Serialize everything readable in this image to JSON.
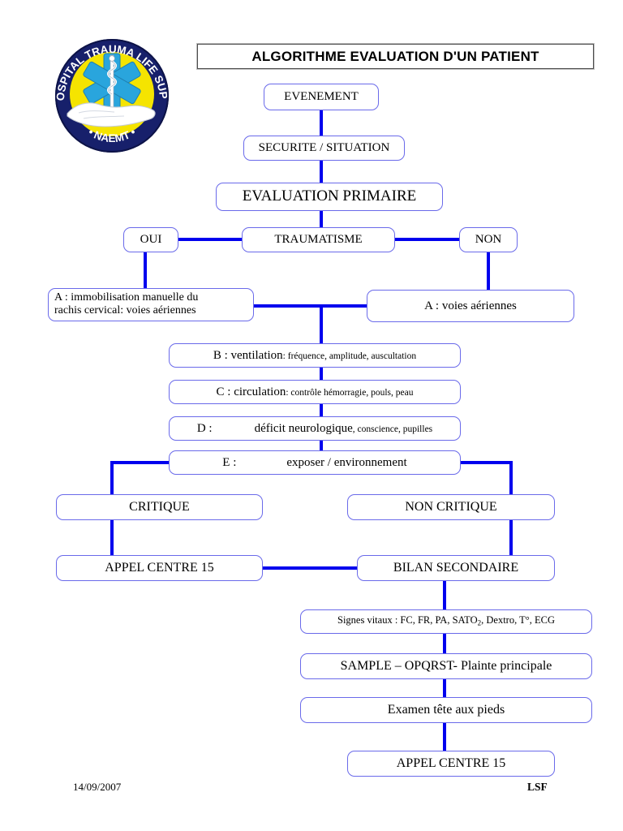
{
  "document": {
    "title": "ALGORITHME EVALUATION D'UN PATIENT",
    "footer_date": "14/09/2007",
    "footer_author": "LSF"
  },
  "logo": {
    "name": "phtls-naemt-badge",
    "arc_text_top": "Pre HOSPITAL TRAUMA LIFE SUPPORT",
    "arc_text_bottom": "• NAEMT •",
    "ring_color": "#17206b",
    "disc_color": "#f5e400",
    "star_color": "#29a5dd"
  },
  "colors": {
    "connector": "#0000ee",
    "node_border": "#6a6aea",
    "node_fill": "#ffffff",
    "title_border": "#4d4d4d"
  },
  "chart_data": {
    "type": "flowchart",
    "title": "ALGORITHME EVALUATION D'UN PATIENT",
    "nodes": [
      {
        "id": "evenement",
        "label": "EVENEMENT"
      },
      {
        "id": "securite",
        "label": "SECURITE / SITUATION"
      },
      {
        "id": "eval_prim",
        "label": "EVALUATION PRIMAIRE"
      },
      {
        "id": "traumatisme",
        "label": "TRAUMATISME"
      },
      {
        "id": "oui",
        "label": "OUI"
      },
      {
        "id": "non",
        "label": "NON"
      },
      {
        "id": "a_trauma",
        "label": "A : immobilisation manuelle du rachis cervical:  voies aériennes"
      },
      {
        "id": "a_non",
        "label": "A : voies aériennes"
      },
      {
        "id": "b",
        "label": "B : ventilation : fréquence, amplitude, auscultation"
      },
      {
        "id": "c",
        "label": "C :   circulation : contrôle hémorragie, pouls, peau"
      },
      {
        "id": "d",
        "label": "D :      déficit neurologique, conscience, pupilles"
      },
      {
        "id": "e",
        "label": "E :        exposer / environnement"
      },
      {
        "id": "critique",
        "label": "CRITIQUE"
      },
      {
        "id": "non_critique",
        "label": "NON CRITIQUE"
      },
      {
        "id": "appel15_a",
        "label": "APPEL CENTRE 15"
      },
      {
        "id": "bilan",
        "label": "BILAN SECONDAIRE"
      },
      {
        "id": "signes",
        "label": "Signes vitaux : FC, FR, PA, SATO2, Dextro, T°, ECG"
      },
      {
        "id": "sample",
        "label": "SAMPLE – OPQRST- Plainte principale"
      },
      {
        "id": "examen",
        "label": "Examen tête aux pieds"
      },
      {
        "id": "appel15_b",
        "label": "APPEL CENTRE 15"
      }
    ],
    "edges": [
      [
        "evenement",
        "securite"
      ],
      [
        "securite",
        "eval_prim"
      ],
      [
        "eval_prim",
        "traumatisme"
      ],
      [
        "traumatisme",
        "oui"
      ],
      [
        "traumatisme",
        "non"
      ],
      [
        "oui",
        "a_trauma"
      ],
      [
        "non",
        "a_non"
      ],
      [
        "a_trauma",
        "b"
      ],
      [
        "a_non",
        "b"
      ],
      [
        "b",
        "c"
      ],
      [
        "c",
        "d"
      ],
      [
        "d",
        "e"
      ],
      [
        "e",
        "critique"
      ],
      [
        "e",
        "non_critique"
      ],
      [
        "critique",
        "appel15_a"
      ],
      [
        "non_critique",
        "bilan"
      ],
      [
        "appel15_a",
        "bilan"
      ],
      [
        "bilan",
        "signes"
      ],
      [
        "signes",
        "sample"
      ],
      [
        "sample",
        "examen"
      ],
      [
        "examen",
        "appel15_b"
      ]
    ]
  },
  "nodes": {
    "evenement": "EVENEMENT",
    "securite": "SECURITE / SITUATION",
    "eval_prim": "EVALUATION PRIMAIRE",
    "traumatisme": "TRAUMATISME",
    "oui": "OUI",
    "non": "NON",
    "a_trauma_line1": "A : immobilisation manuelle du",
    "a_trauma_line2": "rachis cervical:  voies aériennes",
    "a_non": "A : voies aériennes",
    "b_lead": "B : ventilation",
    "b_rest": ": fréquence, amplitude, auscultation",
    "c_lead": "C :   circulation",
    "c_rest": ": contrôle hémorragie, pouls, peau",
    "d_lead": "D :",
    "d_mid": "déficit neurologique",
    "d_rest": ", conscience, pupilles",
    "e_lead": "E :",
    "e_rest": "exposer / environnement",
    "critique": "CRITIQUE",
    "non_critique": "NON CRITIQUE",
    "appel15_a": "APPEL CENTRE 15",
    "bilan": "BILAN SECONDAIRE",
    "signes_pre": "Signes vitaux : FC, FR, PA, SATO",
    "signes_sub": "2",
    "signes_post": ", Dextro, T°, ECG",
    "sample": "SAMPLE – OPQRST- Plainte principale",
    "examen": "Examen tête aux pieds",
    "appel15_b": "APPEL CENTRE 15"
  }
}
